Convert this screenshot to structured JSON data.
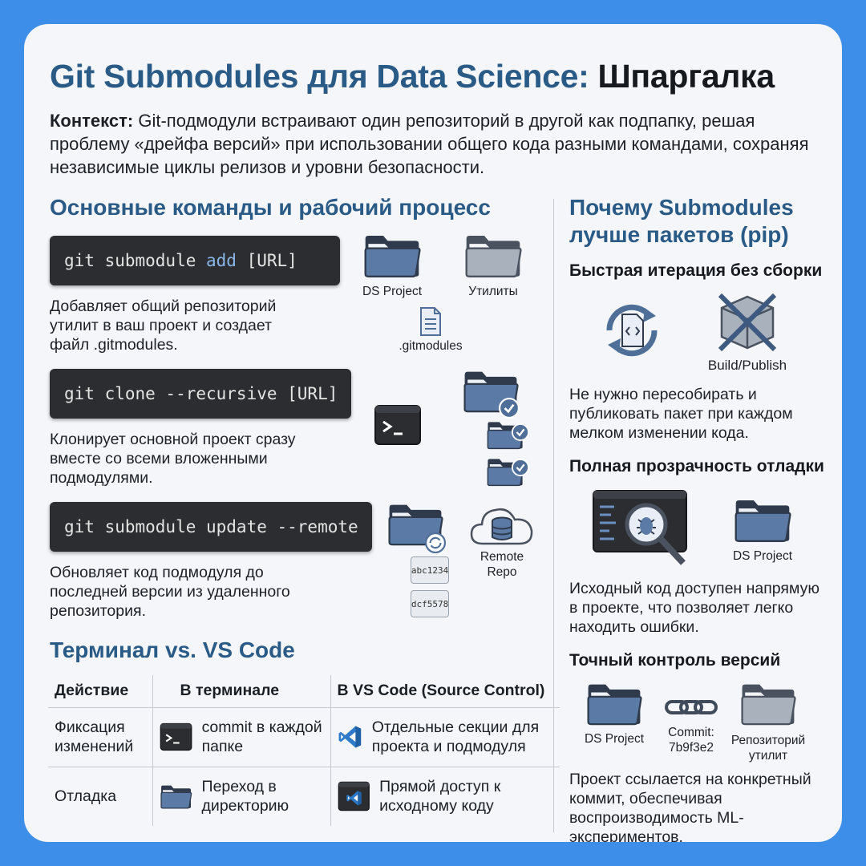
{
  "title": {
    "part1": "Git Submodules для Data Science: ",
    "part2": "Шпаргалка"
  },
  "context": {
    "label": "Контекст:",
    "text": " Git-подмодули встраивают один репозиторий в другой как подпапку, решая проблему «дрейфа версий» при использовании общего кода разными командами, сохраняя независимые циклы релизов и уровни безопасности."
  },
  "commands_section": {
    "heading": "Основные команды и рабочий процесс",
    "items": [
      {
        "cmd_pre": "git submodule ",
        "cmd_kw": "add",
        "cmd_post": " [URL]",
        "desc": "Добавляет общий репозиторий утилит в ваш проект и создает файл .gitmodules."
      },
      {
        "cmd_pre": "git clone --recursive [URL]",
        "cmd_kw": "",
        "cmd_post": "",
        "desc": "Клонирует основной проект сразу вместе со всеми вложенными подмодулями."
      },
      {
        "cmd_pre": "git submodule update --remote",
        "cmd_kw": "",
        "cmd_post": "",
        "desc": "Обновляет код подмодуля до последней версии из удаленного репозитория."
      }
    ],
    "illus1": {
      "folder_a": "DS Project",
      "folder_b": "Утилиты",
      "file": ".gitmodules"
    },
    "illus3": {
      "chip1": "abc1234",
      "chip2": "dcf5578",
      "remote": "Remote\nRepo"
    }
  },
  "comparison": {
    "heading": "Терминал vs. VS Code",
    "headers": [
      "Действие",
      "В терминале",
      "В VS Code (Source Control)"
    ],
    "rows": [
      {
        "action": "Фиксация изменений",
        "terminal": "commit в каждой папке",
        "vscode": "Отдельные секции для проекта и подмодуля"
      },
      {
        "action": "Отладка",
        "terminal": "Переход в директорию",
        "vscode": "Прямой доступ к исходному коду"
      }
    ]
  },
  "why_section": {
    "heading": "Почему Submodules\nлучше пакетов (pip)",
    "blocks": [
      {
        "title": "Быстрая итерация без сборки",
        "caption": "Build/Publish",
        "desc": "Не нужно пересобирать и публиковать пакет при каждом мелком изменении кода."
      },
      {
        "title": "Полная прозрачность отладки",
        "caption": "DS Project",
        "desc": "Исходный код доступен напрямую в проекте, что позволяет легко находить ошибки."
      },
      {
        "title": "Точный контроль версий",
        "caption_a": "DS Project",
        "caption_commit": "Commit:\n7b9f3e2",
        "caption_b": "Репозиторий\nутилит",
        "desc": "Проект ссылается на конкретный коммит, обеспечивая воспроизводимость ML-экспериментов."
      }
    ]
  },
  "colors": {
    "accent": "#2a5a86",
    "background": "#3d8ee8",
    "card": "#f4f6f9",
    "terminal": "#2b2d30",
    "folder": "#5b7aa6"
  }
}
